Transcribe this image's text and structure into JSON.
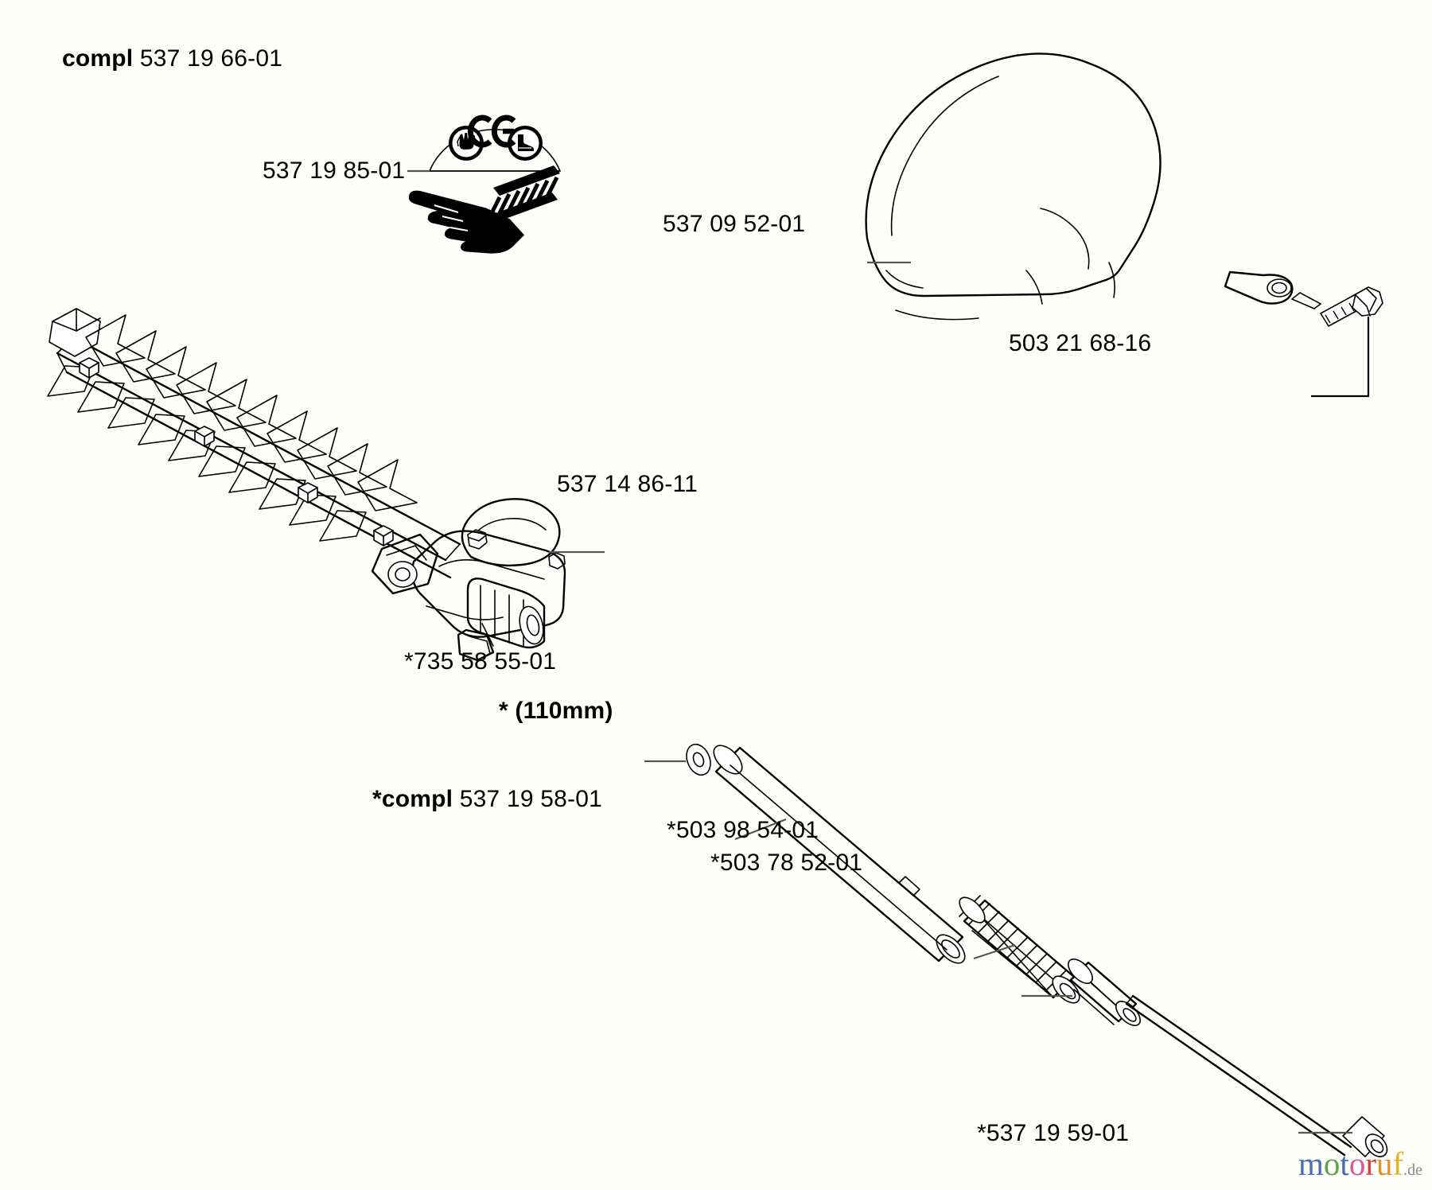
{
  "document": {
    "type": "exploded-parts-diagram",
    "title": "compl 537 19 66-01"
  },
  "labels": {
    "assembly_prefix": "compl",
    "assembly_number": "537 19 66-01",
    "decal": "537 19 85-01",
    "guard": "537 09 52-01",
    "screw": "503 21 68-16",
    "gearbox": "537 14 86-11",
    "washer": "*735 58 55-01",
    "tube_length_prefix": "*",
    "tube_length": "(110mm)",
    "shaft_assembly_prefix": "*compl",
    "shaft_assembly_number": "537 19 58-01",
    "coupling_sleeve": "*503 98 54-01",
    "coupling_nut": "*503 78 52-01",
    "flex_shaft": "*537 19 59-01"
  },
  "icons": {
    "decal_glove": "glove-icon",
    "decal_boot": "boot-icon",
    "decal_ce": "ce-mark-icon",
    "decal_hand_blade": "hand-blade-warning-icon"
  },
  "parts": [
    {
      "name": "cutter-bar",
      "label": null
    },
    {
      "name": "warning-decal",
      "label": "537 19 85-01"
    },
    {
      "name": "guard-shield",
      "label": "537 09 52-01"
    },
    {
      "name": "guard-screw",
      "label": "503 21 68-16"
    },
    {
      "name": "gearbox-housing",
      "label": "537 14 86-11"
    },
    {
      "name": "washer",
      "label": "*735 58 55-01"
    },
    {
      "name": "shaft-tube",
      "label": "* (110mm)"
    },
    {
      "name": "shaft-assembly",
      "label": "*compl 537 19 58-01"
    },
    {
      "name": "coupling-sleeve",
      "label": "*503 98 54-01"
    },
    {
      "name": "coupling-nut",
      "label": "*503 78 52-01"
    },
    {
      "name": "flexible-drive-shaft",
      "label": "*537 19 59-01"
    }
  ],
  "watermark": {
    "letters": [
      {
        "ch": "m",
        "color": "#4a6fb5"
      },
      {
        "ch": "o",
        "color": "#5ca34a"
      },
      {
        "ch": "t",
        "color": "#3f6fb8"
      },
      {
        "ch": "o",
        "color": "#d9579a"
      },
      {
        "ch": "r",
        "color": "#d63b36"
      },
      {
        "ch": "u",
        "color": "#e2902a"
      },
      {
        "ch": "f",
        "color": "#e8b21f"
      }
    ],
    "suffix": ".de",
    "suffix_color": "#8a8a8a"
  },
  "colors": {
    "line": "#000000",
    "leader": "#555555",
    "background": "#fefffa"
  }
}
